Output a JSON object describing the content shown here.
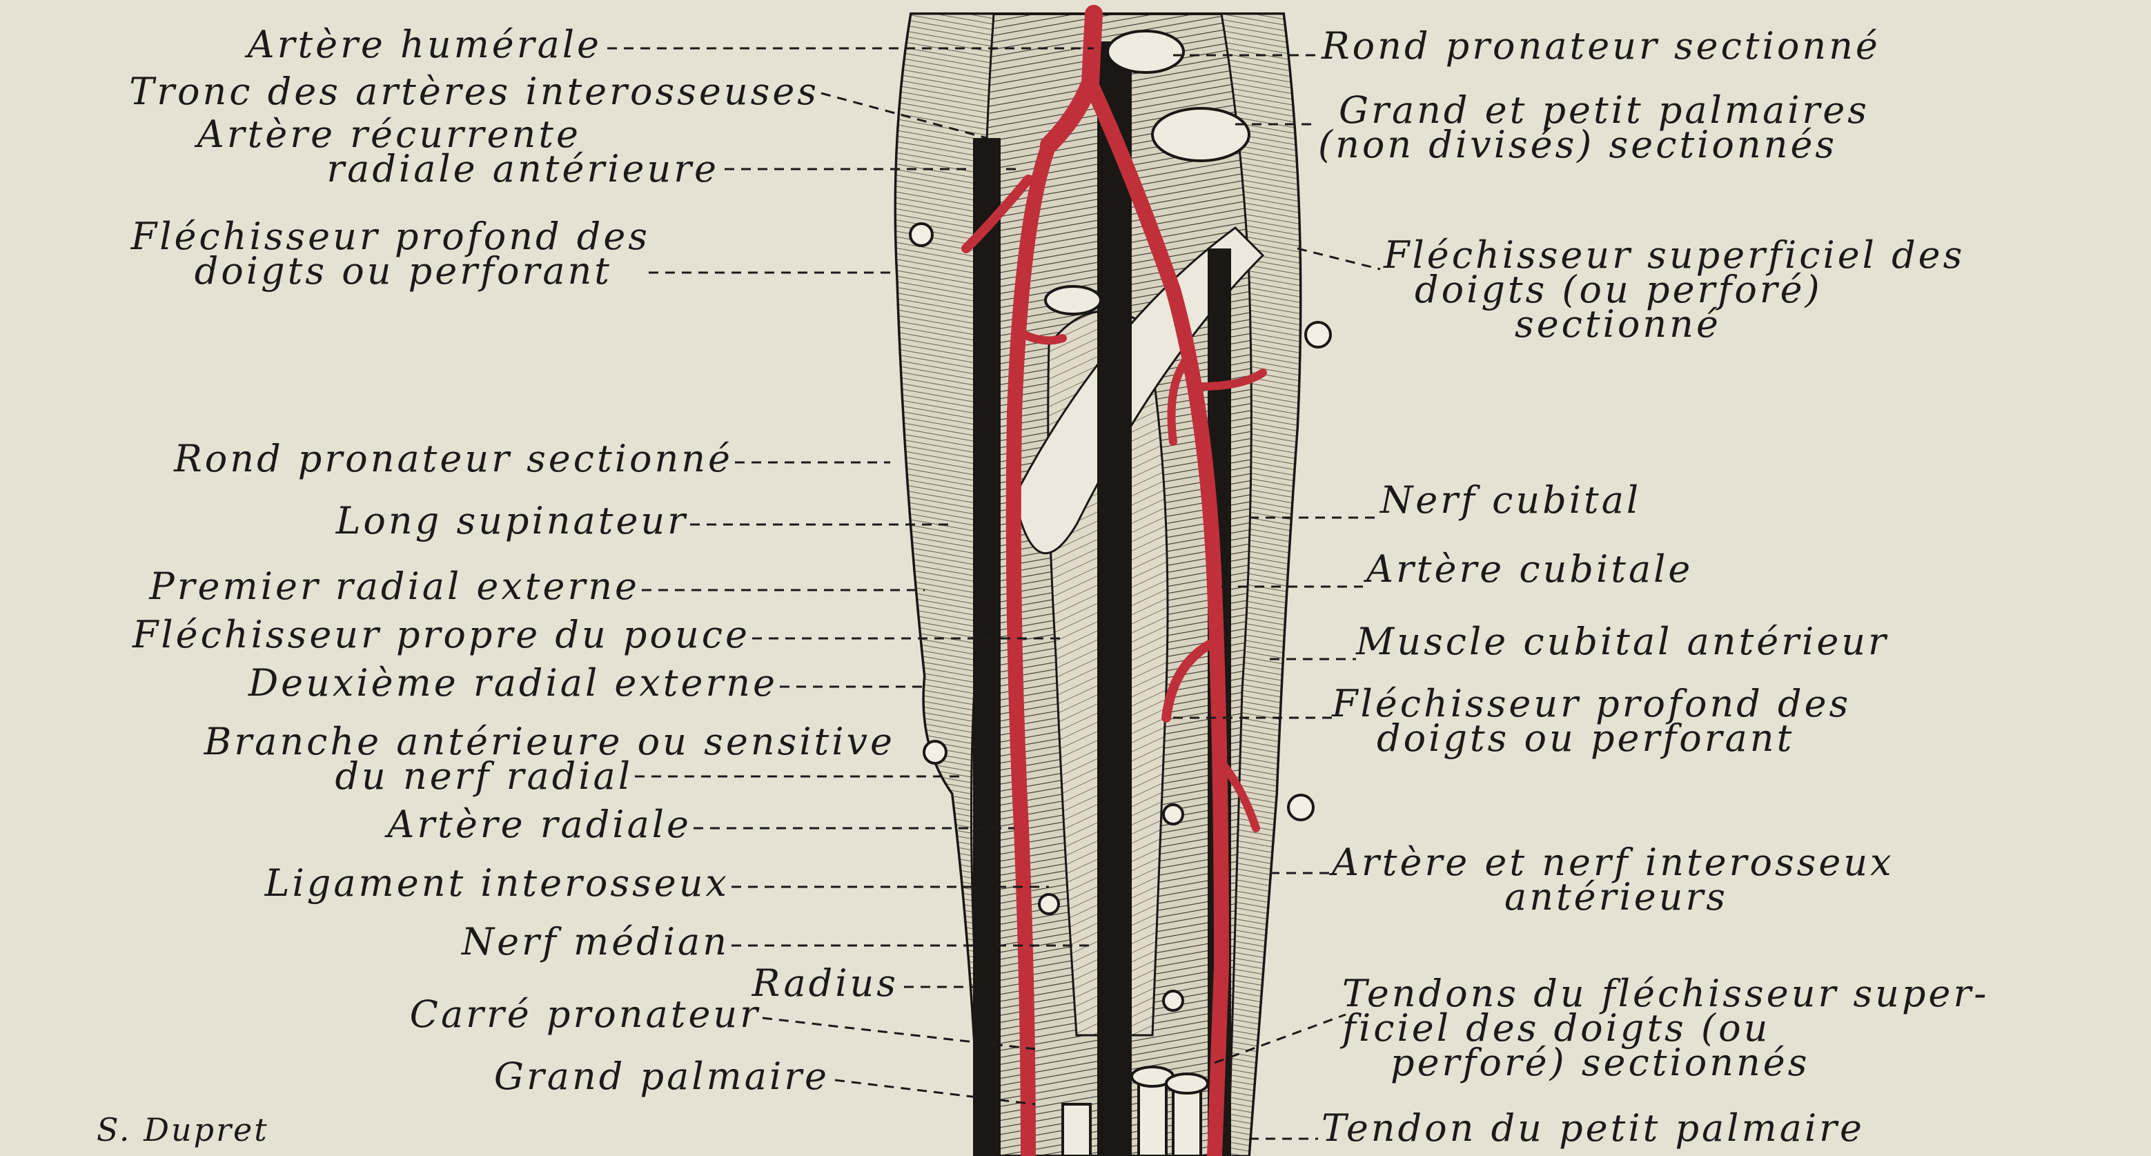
{
  "labels": {
    "left": [
      {
        "id": "artere-humerale",
        "lines": [
          "Artère humérale"
        ]
      },
      {
        "id": "tronc-arteres-interosseuses",
        "lines": [
          "Tronc des artères interosseuses"
        ]
      },
      {
        "id": "artere-recurrente-radiale",
        "lines": [
          "Artère récurrente",
          "radiale antérieure"
        ]
      },
      {
        "id": "flechisseur-profond-left",
        "lines": [
          "Fléchisseur profond des",
          "doigts ou perforant"
        ]
      },
      {
        "id": "rond-pronateur-left",
        "lines": [
          "Rond pronateur sectionné"
        ]
      },
      {
        "id": "long-supinateur",
        "lines": [
          "Long supinateur"
        ]
      },
      {
        "id": "premier-radial-externe",
        "lines": [
          "Premier radial externe"
        ]
      },
      {
        "id": "flechisseur-propre-pouce",
        "lines": [
          "Fléchisseur propre du pouce"
        ]
      },
      {
        "id": "deuxieme-radial-externe",
        "lines": [
          "Deuxième radial externe"
        ]
      },
      {
        "id": "branche-anterieure-nerf-radial",
        "lines": [
          "Branche antérieure ou sensitive",
          "du nerf radial"
        ]
      },
      {
        "id": "artere-radiale",
        "lines": [
          "Artère radiale"
        ]
      },
      {
        "id": "ligament-interosseux",
        "lines": [
          "Ligament interosseux"
        ]
      },
      {
        "id": "nerf-median",
        "lines": [
          "Nerf médian"
        ]
      },
      {
        "id": "radius",
        "lines": [
          "Radius"
        ]
      },
      {
        "id": "carre-pronateur",
        "lines": [
          "Carré pronateur"
        ]
      },
      {
        "id": "grand-palmaire",
        "lines": [
          "Grand palmaire"
        ]
      }
    ],
    "right": [
      {
        "id": "rond-pronateur-right",
        "lines": [
          "Rond pronateur sectionné"
        ]
      },
      {
        "id": "grand-petit-palmaires",
        "lines": [
          "Grand et petit palmaires",
          "(non divisés) sectionnés"
        ]
      },
      {
        "id": "flechisseur-superficiel",
        "lines": [
          "Fléchisseur superficiel des",
          "doigts (ou perforé)",
          "sectionné"
        ]
      },
      {
        "id": "nerf-cubital",
        "lines": [
          "Nerf cubital"
        ]
      },
      {
        "id": "artere-cubitale",
        "lines": [
          "Artère cubitale"
        ]
      },
      {
        "id": "muscle-cubital-anterieur",
        "lines": [
          "Muscle cubital antérieur"
        ]
      },
      {
        "id": "flechisseur-profond-right",
        "lines": [
          "Fléchisseur profond des",
          "doigts ou perforant"
        ]
      },
      {
        "id": "artere-nerf-interosseux",
        "lines": [
          "Artère et nerf interosseux",
          "antérieurs"
        ]
      },
      {
        "id": "tendons-flechisseur-superficiel",
        "lines": [
          "Tendons du fléchisseur super-",
          "ficiel des doigts (ou",
          "perforé) sectionnés"
        ]
      },
      {
        "id": "tendon-petit-palmaire",
        "lines": [
          "Tendon du petit palmaire"
        ]
      }
    ]
  },
  "signature": "S. Dupret",
  "colors": {
    "background": "#e6e2d3",
    "ink": "#1c1a17",
    "artery": "#c0303a",
    "muscle": "#d9d3c2",
    "nerve": "#1a1714"
  }
}
